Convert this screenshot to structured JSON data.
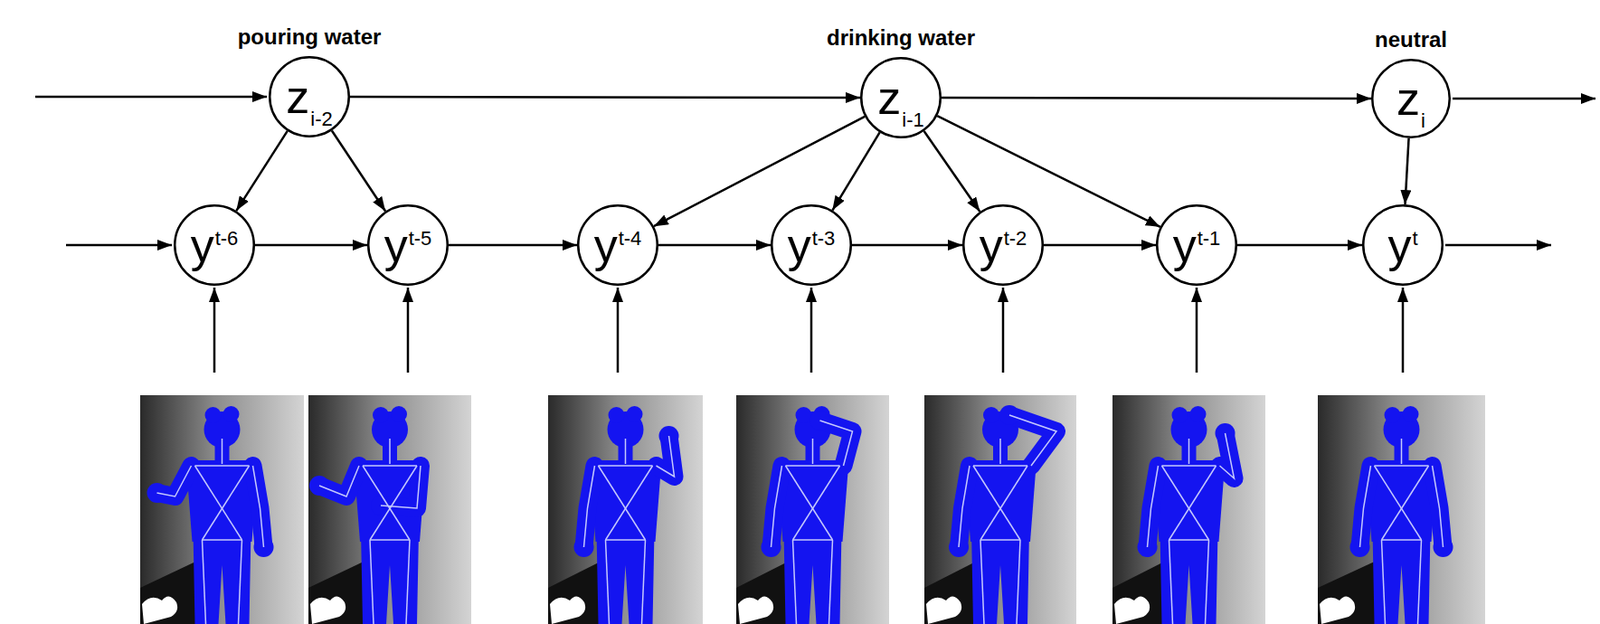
{
  "diagram": {
    "nodes": [
      {
        "text": [
          "pouring water",
          "z",
          "i-2"
        ]
      },
      {
        "text": [
          "drinking water",
          "z",
          "i-1"
        ]
      },
      {
        "text": [
          "neutral",
          "z",
          "i"
        ]
      },
      {
        "text": [
          "y",
          "t-6"
        ]
      },
      {
        "text": [
          "y",
          "t-5"
        ]
      },
      {
        "text": [
          "y",
          "t-4"
        ]
      },
      {
        "text": [
          "y",
          "t-3"
        ]
      },
      {
        "text": [
          "y",
          "t-2"
        ]
      },
      {
        "text": [
          "y",
          "t-1"
        ]
      },
      {
        "text": [
          "y",
          "t"
        ]
      }
    ],
    "edges": [
      {
        "from": 0,
        "to": 1,
        "arrow": "to"
      },
      {
        "from": 1,
        "to": 2,
        "arrow": "to"
      },
      {
        "from": 0,
        "to": 3,
        "arrow": "to"
      },
      {
        "from": 0,
        "to": 4,
        "arrow": "to"
      },
      {
        "from": 1,
        "to": 5,
        "arrow": "to"
      },
      {
        "from": 1,
        "to": 6,
        "arrow": "to"
      },
      {
        "from": 1,
        "to": 7,
        "arrow": "to"
      },
      {
        "from": 1,
        "to": 8,
        "arrow": "to"
      },
      {
        "from": 2,
        "to": 9,
        "arrow": "to"
      },
      {
        "from": 3,
        "to": 4,
        "arrow": "to"
      },
      {
        "from": 4,
        "to": 5,
        "arrow": "to"
      },
      {
        "from": 5,
        "to": 6,
        "arrow": "to"
      },
      {
        "from": 6,
        "to": 7,
        "arrow": "to"
      },
      {
        "from": 7,
        "to": 8,
        "arrow": "to"
      },
      {
        "from": 8,
        "to": 9,
        "arrow": "to"
      }
    ]
  }
}
